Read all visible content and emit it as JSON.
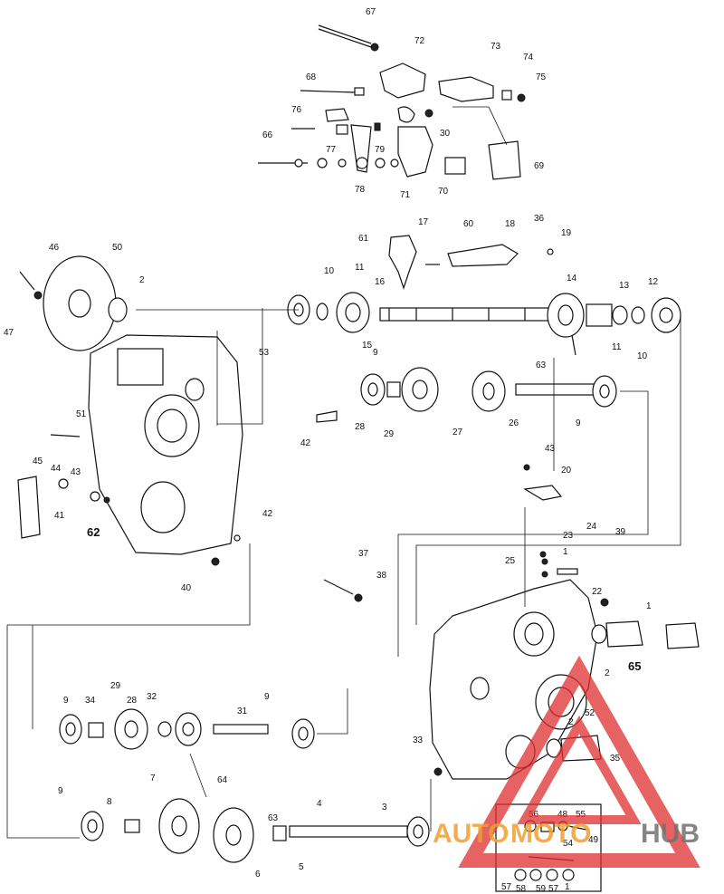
{
  "diagram": {
    "labels": [
      "67",
      "72",
      "73",
      "74",
      "75",
      "68",
      "76",
      "30",
      "66",
      "77",
      "79",
      "71",
      "70",
      "69",
      "78",
      "17",
      "60",
      "18",
      "36",
      "19",
      "61",
      "46",
      "50",
      "2",
      "47",
      "10",
      "11",
      "16",
      "14",
      "13",
      "12",
      "15",
      "63",
      "53",
      "9",
      "28",
      "29",
      "27",
      "26",
      "42",
      "51",
      "45",
      "44",
      "43",
      "41",
      "62",
      "20",
      "40",
      "37",
      "38",
      "23",
      "24",
      "39",
      "25",
      "22",
      "1",
      "65",
      "34",
      "32",
      "31",
      "64",
      "33",
      "52",
      "35",
      "7",
      "8",
      "6",
      "5",
      "4",
      "3",
      "56",
      "48",
      "55",
      "54",
      "49",
      "57",
      "58",
      "59"
    ],
    "inset_labels": [
      "56",
      "48",
      "55",
      "54",
      "49",
      "57",
      "58",
      "59",
      "57",
      "1"
    ]
  },
  "watermark": {
    "part1": "AUTO",
    "part2": "MOTO",
    "part3": "HUB",
    "color_orange": "#f0a030",
    "color_gray": "#707070",
    "color_red": "#e03030"
  }
}
